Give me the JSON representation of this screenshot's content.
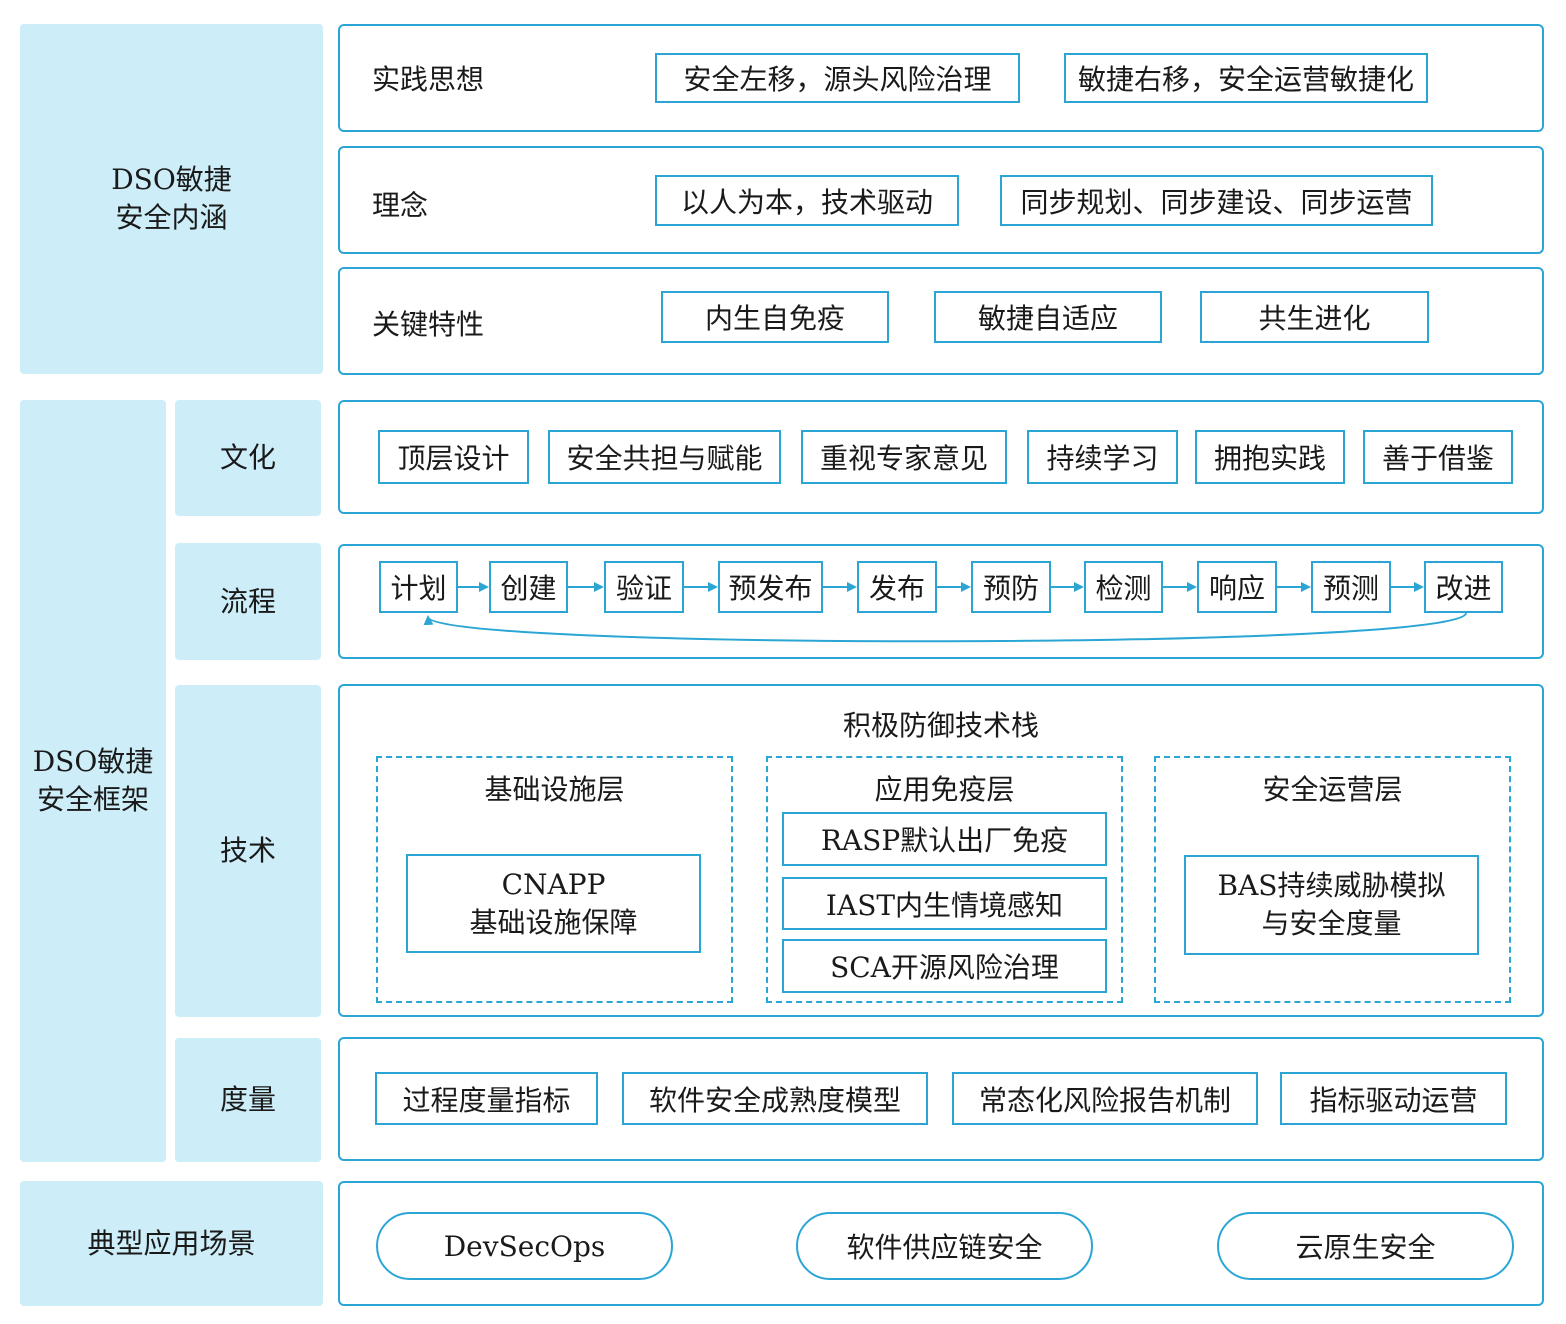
{
  "colors": {
    "accent": "#2ba6d4",
    "panel": "#cdeef8"
  },
  "connotation": {
    "title": "DSO敏捷\n安全内涵",
    "practice": {
      "label": "实践思想",
      "items": [
        "安全左移，源头风险治理",
        "敏捷右移，安全运营敏捷化"
      ]
    },
    "concept": {
      "label": "理念",
      "items": [
        "以人为本，技术驱动",
        "同步规划、同步建设、同步运营"
      ]
    },
    "features": {
      "label": "关键特性",
      "items": [
        "内生自免疫",
        "敏捷自适应",
        "共生进化"
      ]
    }
  },
  "framework": {
    "title": "DSO敏捷\n安全框架",
    "culture": {
      "label": "文化",
      "items": [
        "顶层设计",
        "安全共担与赋能",
        "重视专家意见",
        "持续学习",
        "拥抱实践",
        "善于借鉴"
      ]
    },
    "process": {
      "label": "流程",
      "steps": [
        "计划",
        "创建",
        "验证",
        "预发布",
        "发布",
        "预防",
        "检测",
        "响应",
        "预测",
        "改进"
      ]
    },
    "technology": {
      "label": "技术",
      "title": "积极防御技术栈",
      "layers": [
        {
          "title": "基础设施层",
          "items": [
            "CNAPP\n基础设施保障"
          ]
        },
        {
          "title": "应用免疫层",
          "items": [
            "RASP默认出厂免疫",
            "IAST内生情境感知",
            "SCA开源风险治理"
          ]
        },
        {
          "title": "安全运营层",
          "items": [
            "BAS持续威胁模拟\n与安全度量"
          ]
        }
      ]
    },
    "metrics": {
      "label": "度量",
      "items": [
        "过程度量指标",
        "软件安全成熟度模型",
        "常态化风险报告机制",
        "指标驱动运营"
      ]
    }
  },
  "scenarios": {
    "label": "典型应用场景",
    "items": [
      "DevSecOps",
      "软件供应链安全",
      "云原生安全"
    ]
  }
}
